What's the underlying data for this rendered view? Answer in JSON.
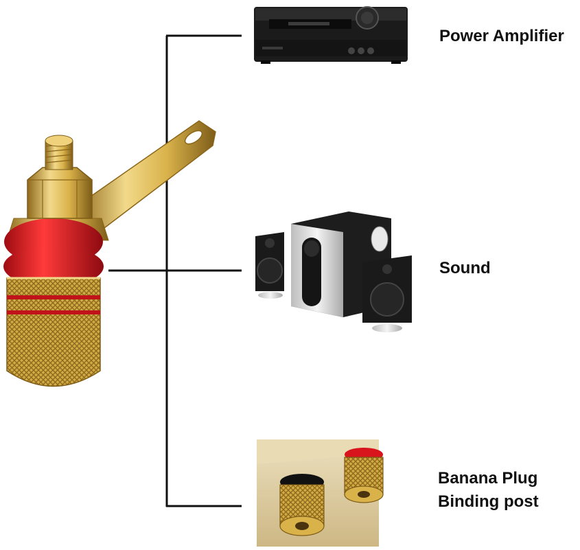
{
  "labels": {
    "power_amplifier": "Power Amplifier",
    "sound": "Sound",
    "banana_line1": "Banana Plug",
    "banana_line2": "Binding post"
  },
  "colors": {
    "gold": "#d9b24a",
    "gold_dark": "#9a7420",
    "red_cap": "#d8141c",
    "connector_line": "#111111",
    "amplifier_body": "#1a1a1a",
    "speaker_silver": "#d8d8d8",
    "panel_beige": "#d9c79a"
  },
  "icons": {
    "binding_post": "gold-red-binding-post-with-solder-tab",
    "amplifier": "av-receiver-amplifier",
    "speakers": "2.1-speaker-system",
    "banana_panel": "gold-binding-posts-on-panel"
  }
}
